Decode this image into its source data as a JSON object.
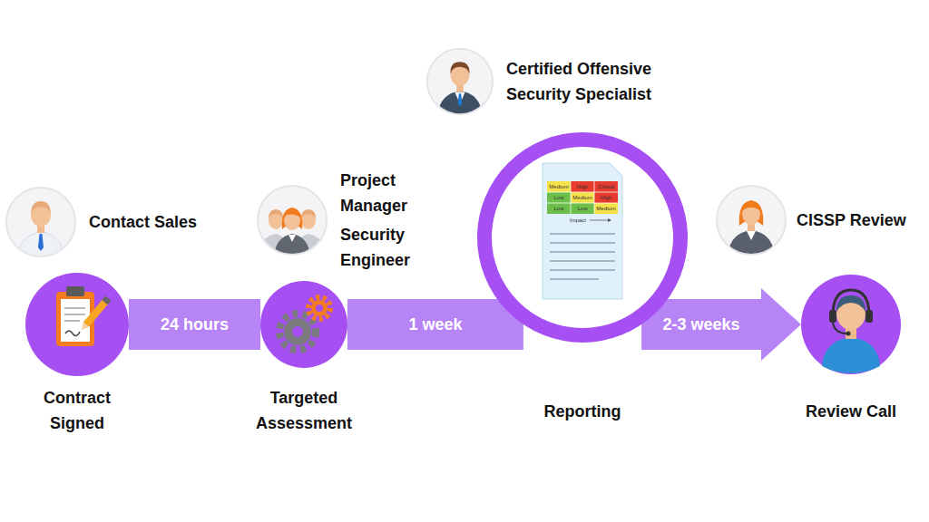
{
  "diagram": {
    "nodes": [
      {
        "text": [
          "Contact Sales"
        ]
      },
      {
        "text": [
          "Contract Signed"
        ]
      },
      {
        "text": [
          "Project Manager",
          "Security Engineer"
        ]
      },
      {
        "text": [
          "Targeted Assessment"
        ]
      },
      {
        "text": [
          "Certified Offensive Security Specialist"
        ]
      },
      {
        "text": [
          "Reporting"
        ]
      },
      {
        "text": [
          "CISSP Review"
        ]
      },
      {
        "text": [
          "Review Call"
        ]
      }
    ],
    "edges": [
      {
        "from": 1,
        "to": 3,
        "label": "24 hours",
        "arrow": "none"
      },
      {
        "from": 3,
        "to": 5,
        "label": "1 week",
        "arrow": "none"
      },
      {
        "from": 5,
        "to": 7,
        "label": "2-3 weeks",
        "arrow": "to"
      }
    ],
    "labels": [
      "Medium",
      "High",
      "Critical",
      "Low",
      "Medium",
      "High",
      "Low",
      "Low",
      "Medium",
      "Impact"
    ]
  }
}
